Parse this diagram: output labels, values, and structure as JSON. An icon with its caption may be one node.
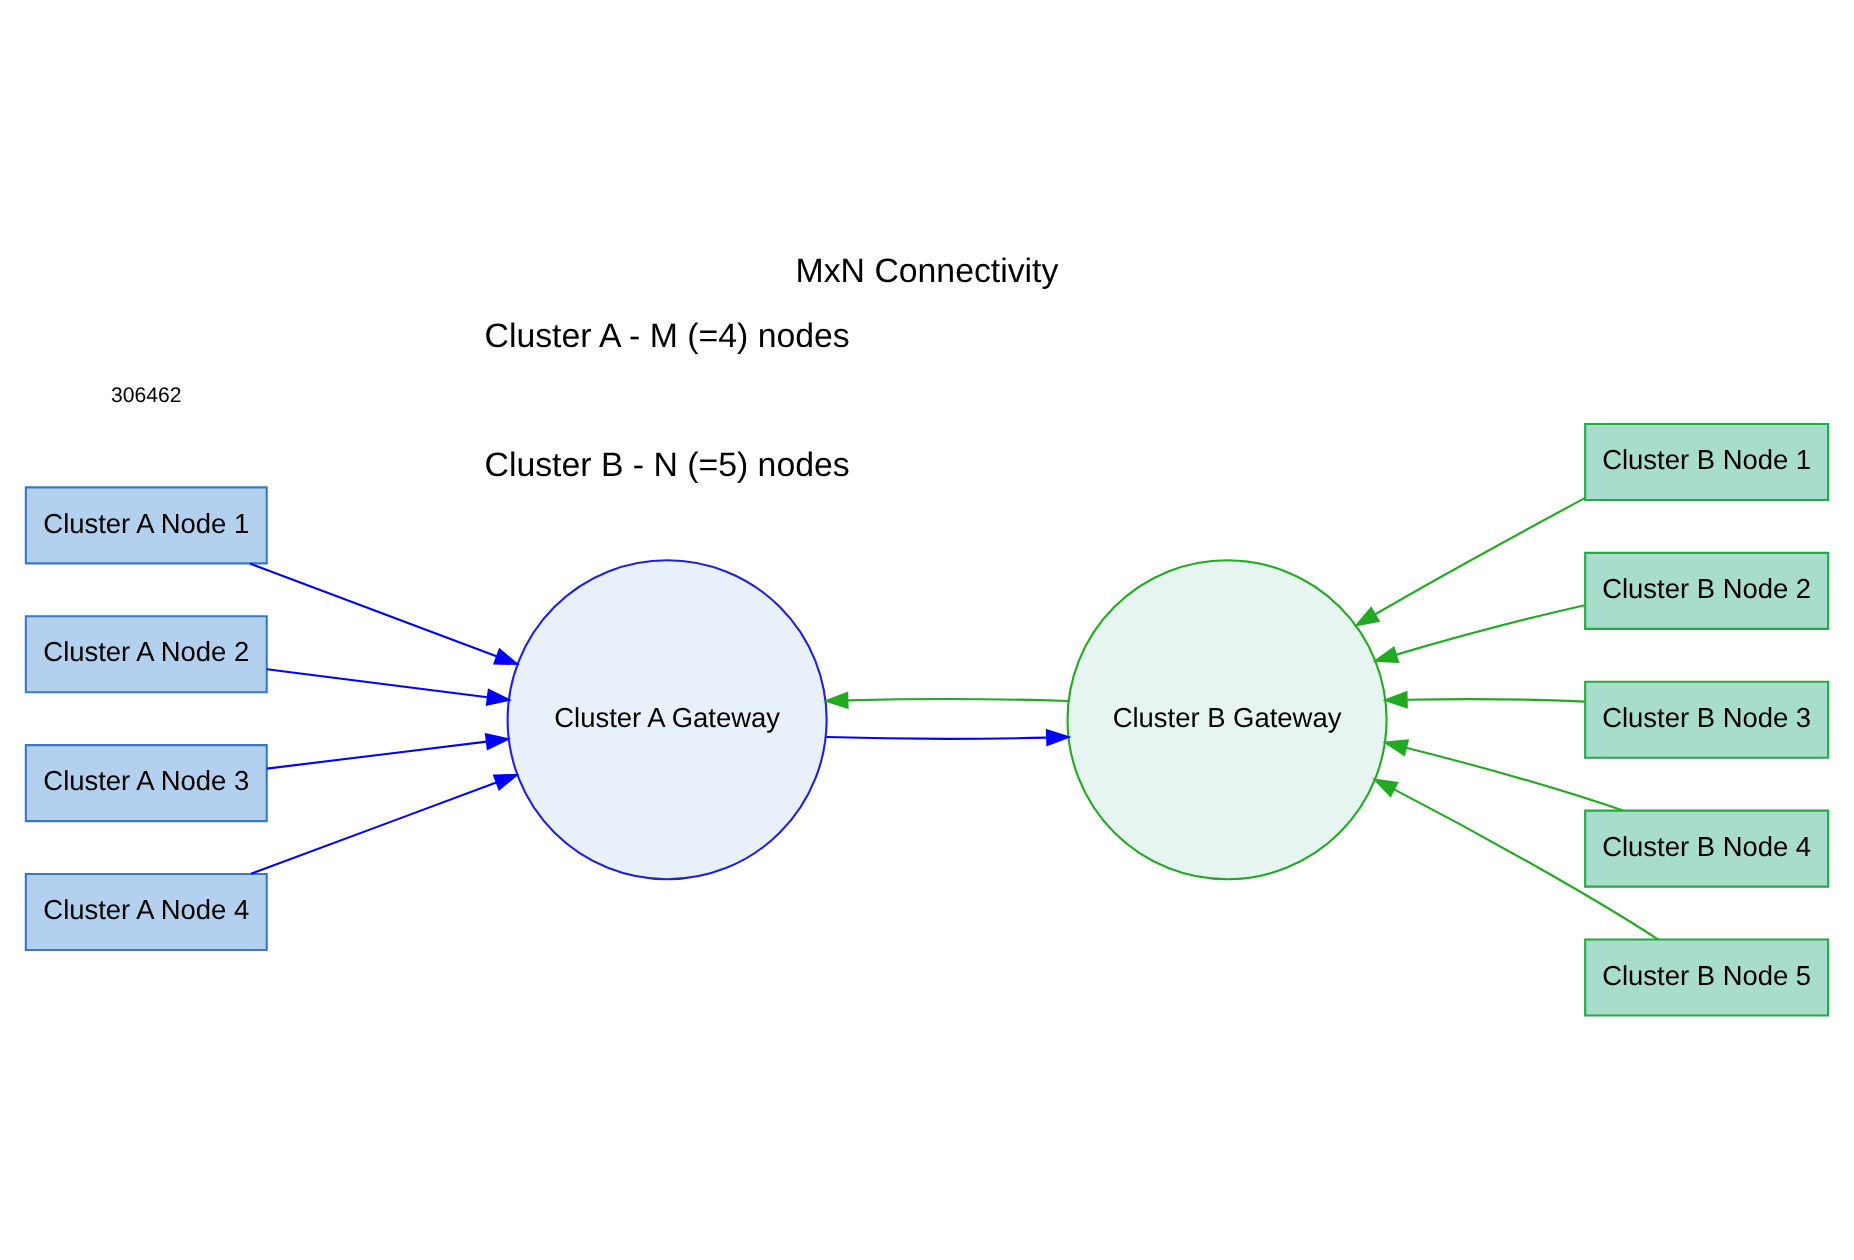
{
  "diagram": {
    "title": "MxN Connectivity",
    "nodes": [
      {
        "text": [
          "Cluster A Node 1"
        ]
      },
      {
        "text": [
          "Cluster A Node 2"
        ]
      },
      {
        "text": [
          "Cluster A Node 3"
        ]
      },
      {
        "text": [
          "Cluster A Node 4"
        ]
      },
      {
        "text": [
          "Cluster A Gateway"
        ]
      },
      {
        "text": [
          "Cluster B Gateway"
        ]
      },
      {
        "text": [
          "Cluster B Node 1"
        ]
      },
      {
        "text": [
          "Cluster B Node 2"
        ]
      },
      {
        "text": [
          "Cluster B Node 3"
        ]
      },
      {
        "text": [
          "Cluster B Node 4"
        ]
      },
      {
        "text": [
          "Cluster B Node 5"
        ]
      }
    ],
    "edges": [
      {
        "from": 0,
        "to": 4,
        "arrow": "to",
        "color": "#0000ff"
      },
      {
        "from": 1,
        "to": 4,
        "arrow": "to",
        "color": "#0000ff"
      },
      {
        "from": 2,
        "to": 4,
        "arrow": "to",
        "color": "#0000ff"
      },
      {
        "from": 3,
        "to": 4,
        "arrow": "to",
        "color": "#0000ff"
      },
      {
        "from": 4,
        "to": 5,
        "arrow": "to",
        "color": "#0000ff"
      },
      {
        "from": 5,
        "to": 4,
        "arrow": "to"
      },
      {
        "from": 6,
        "to": 5,
        "arrow": "to"
      },
      {
        "from": 7,
        "to": 5,
        "arrow": "to"
      },
      {
        "from": 8,
        "to": 5,
        "arrow": "to"
      },
      {
        "from": 9,
        "to": 5,
        "arrow": "to"
      },
      {
        "from": 10,
        "to": 5,
        "arrow": "to"
      }
    ],
    "labels": [
      "Cluster A - M (=4) nodes",
      "Cluster B - N (=5) nodes",
      "306462"
    ]
  }
}
